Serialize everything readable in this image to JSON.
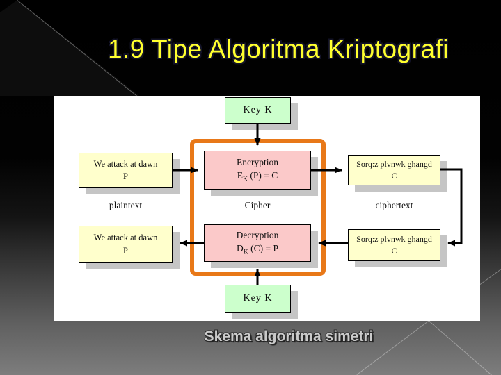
{
  "slide": {
    "title": "1.9 Tipe Algoritma Kriptografi",
    "caption": "Skema algoritma simetri"
  },
  "diagram": {
    "key_top": "Key K",
    "key_bottom": "Key K",
    "plaintext_top": {
      "line1": "We attack at dawn",
      "line2": "P"
    },
    "plaintext_bottom": {
      "line1": "We attack at dawn",
      "line2": "P"
    },
    "encryption": {
      "name": "Encryption",
      "f1": "E",
      "f_sub": "K",
      "f2": " (P) = C"
    },
    "decryption": {
      "name": "Decryption",
      "f1": "D",
      "f_sub": "K",
      "f2": " (C) = P"
    },
    "ciphertext_top": {
      "line1": "Sorq:z plvnwk ghangd",
      "line2": "C"
    },
    "ciphertext_bottom": {
      "line1": "Sorq:z plvnwk ghangd",
      "line2": "C"
    },
    "labels": {
      "left": "plaintext",
      "middle": "Cipher",
      "right": "ciphertext"
    }
  },
  "colors": {
    "title_yellow": "#ffff2e",
    "highlight_orange": "#e87818",
    "box_green": "#ccffcc",
    "box_yellow": "#ffffcc",
    "box_pink": "#fbc9c9",
    "shadow_gray": "#c5c5c5",
    "caption_gray": "#cbcbcb",
    "panel_white": "#ffffff"
  }
}
